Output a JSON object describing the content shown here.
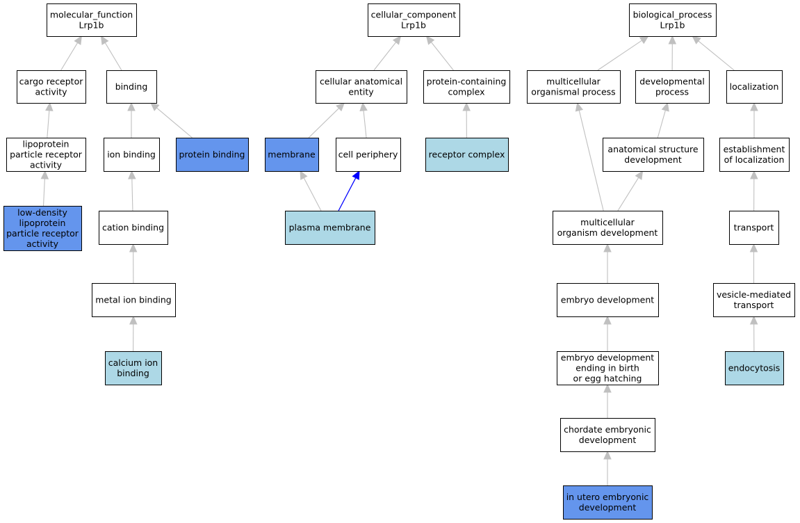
{
  "colors": {
    "white": "#ffffff",
    "direct": "#6495ed",
    "inferred": "#add8e6",
    "edge": "#c0c0c0",
    "highlight_edge": "#0000ff",
    "border": "#000000"
  },
  "nodes": [
    {
      "id": "mf",
      "lines": [
        "molecular_function",
        "Lrp1b"
      ],
      "fill": "white"
    },
    {
      "id": "cargo",
      "lines": [
        "cargo receptor",
        "activity"
      ],
      "fill": "white"
    },
    {
      "id": "binding",
      "lines": [
        "binding"
      ],
      "fill": "white"
    },
    {
      "id": "lipo_rec",
      "lines": [
        "lipoprotein",
        "particle receptor",
        "activity"
      ],
      "fill": "white"
    },
    {
      "id": "ionb",
      "lines": [
        "ion binding"
      ],
      "fill": "white"
    },
    {
      "id": "protb",
      "lines": [
        "protein binding"
      ],
      "fill": "direct"
    },
    {
      "id": "ldl",
      "lines": [
        "low-density",
        "lipoprotein",
        "particle receptor",
        "activity"
      ],
      "fill": "direct"
    },
    {
      "id": "cationb",
      "lines": [
        "cation binding"
      ],
      "fill": "white"
    },
    {
      "id": "metalb",
      "lines": [
        "metal ion binding"
      ],
      "fill": "white"
    },
    {
      "id": "calcb",
      "lines": [
        "calcium ion",
        "binding"
      ],
      "fill": "inferred"
    },
    {
      "id": "cc",
      "lines": [
        "cellular_component",
        "Lrp1b"
      ],
      "fill": "white"
    },
    {
      "id": "cae",
      "lines": [
        "cellular anatomical",
        "entity"
      ],
      "fill": "white"
    },
    {
      "id": "pcc",
      "lines": [
        "protein-containing",
        "complex"
      ],
      "fill": "white"
    },
    {
      "id": "memb",
      "lines": [
        "membrane"
      ],
      "fill": "direct"
    },
    {
      "id": "cellper",
      "lines": [
        "cell periphery"
      ],
      "fill": "white"
    },
    {
      "id": "reccx",
      "lines": [
        "receptor complex"
      ],
      "fill": "inferred"
    },
    {
      "id": "pm",
      "lines": [
        "plasma membrane"
      ],
      "fill": "inferred"
    },
    {
      "id": "bp",
      "lines": [
        "biological_process",
        "Lrp1b"
      ],
      "fill": "white"
    },
    {
      "id": "mop",
      "lines": [
        "multicellular",
        "organismal process"
      ],
      "fill": "white"
    },
    {
      "id": "devp",
      "lines": [
        "developmental",
        "process"
      ],
      "fill": "white"
    },
    {
      "id": "loc",
      "lines": [
        "localization"
      ],
      "fill": "white"
    },
    {
      "id": "asd",
      "lines": [
        "anatomical structure",
        "development"
      ],
      "fill": "white"
    },
    {
      "id": "estloc",
      "lines": [
        "establishment",
        "of localization"
      ],
      "fill": "white"
    },
    {
      "id": "mod",
      "lines": [
        "multicellular",
        "organism development"
      ],
      "fill": "white"
    },
    {
      "id": "transp",
      "lines": [
        "transport"
      ],
      "fill": "white"
    },
    {
      "id": "embdev",
      "lines": [
        "embryo development"
      ],
      "fill": "white"
    },
    {
      "id": "vmt",
      "lines": [
        "vesicle-mediated",
        "transport"
      ],
      "fill": "white"
    },
    {
      "id": "embbirth",
      "lines": [
        "embryo development",
        "ending in birth",
        "or egg hatching"
      ],
      "fill": "white"
    },
    {
      "id": "endo",
      "lines": [
        "endocytosis"
      ],
      "fill": "inferred"
    },
    {
      "id": "chord",
      "lines": [
        "chordate embryonic",
        "development"
      ],
      "fill": "white"
    },
    {
      "id": "utero",
      "lines": [
        "in utero embryonic",
        "development"
      ],
      "fill": "direct"
    }
  ],
  "edges": [
    {
      "from": "cargo",
      "to": "mf"
    },
    {
      "from": "binding",
      "to": "mf"
    },
    {
      "from": "lipo_rec",
      "to": "cargo"
    },
    {
      "from": "ionb",
      "to": "binding"
    },
    {
      "from": "protb",
      "to": "binding"
    },
    {
      "from": "ldl",
      "to": "lipo_rec"
    },
    {
      "from": "cationb",
      "to": "ionb"
    },
    {
      "from": "metalb",
      "to": "cationb"
    },
    {
      "from": "calcb",
      "to": "metalb"
    },
    {
      "from": "cae",
      "to": "cc"
    },
    {
      "from": "pcc",
      "to": "cc"
    },
    {
      "from": "memb",
      "to": "cae"
    },
    {
      "from": "cellper",
      "to": "cae"
    },
    {
      "from": "reccx",
      "to": "pcc"
    },
    {
      "from": "pm",
      "to": "memb"
    },
    {
      "from": "pm",
      "to": "cellper",
      "highlight": true
    },
    {
      "from": "mop",
      "to": "bp"
    },
    {
      "from": "devp",
      "to": "bp"
    },
    {
      "from": "loc",
      "to": "bp"
    },
    {
      "from": "asd",
      "to": "devp"
    },
    {
      "from": "estloc",
      "to": "loc"
    },
    {
      "from": "mod",
      "to": "mop"
    },
    {
      "from": "mod",
      "to": "asd"
    },
    {
      "from": "transp",
      "to": "estloc"
    },
    {
      "from": "embdev",
      "to": "mod"
    },
    {
      "from": "vmt",
      "to": "transp"
    },
    {
      "from": "embbirth",
      "to": "embdev"
    },
    {
      "from": "endo",
      "to": "vmt"
    },
    {
      "from": "chord",
      "to": "embbirth"
    },
    {
      "from": "utero",
      "to": "chord"
    }
  ]
}
